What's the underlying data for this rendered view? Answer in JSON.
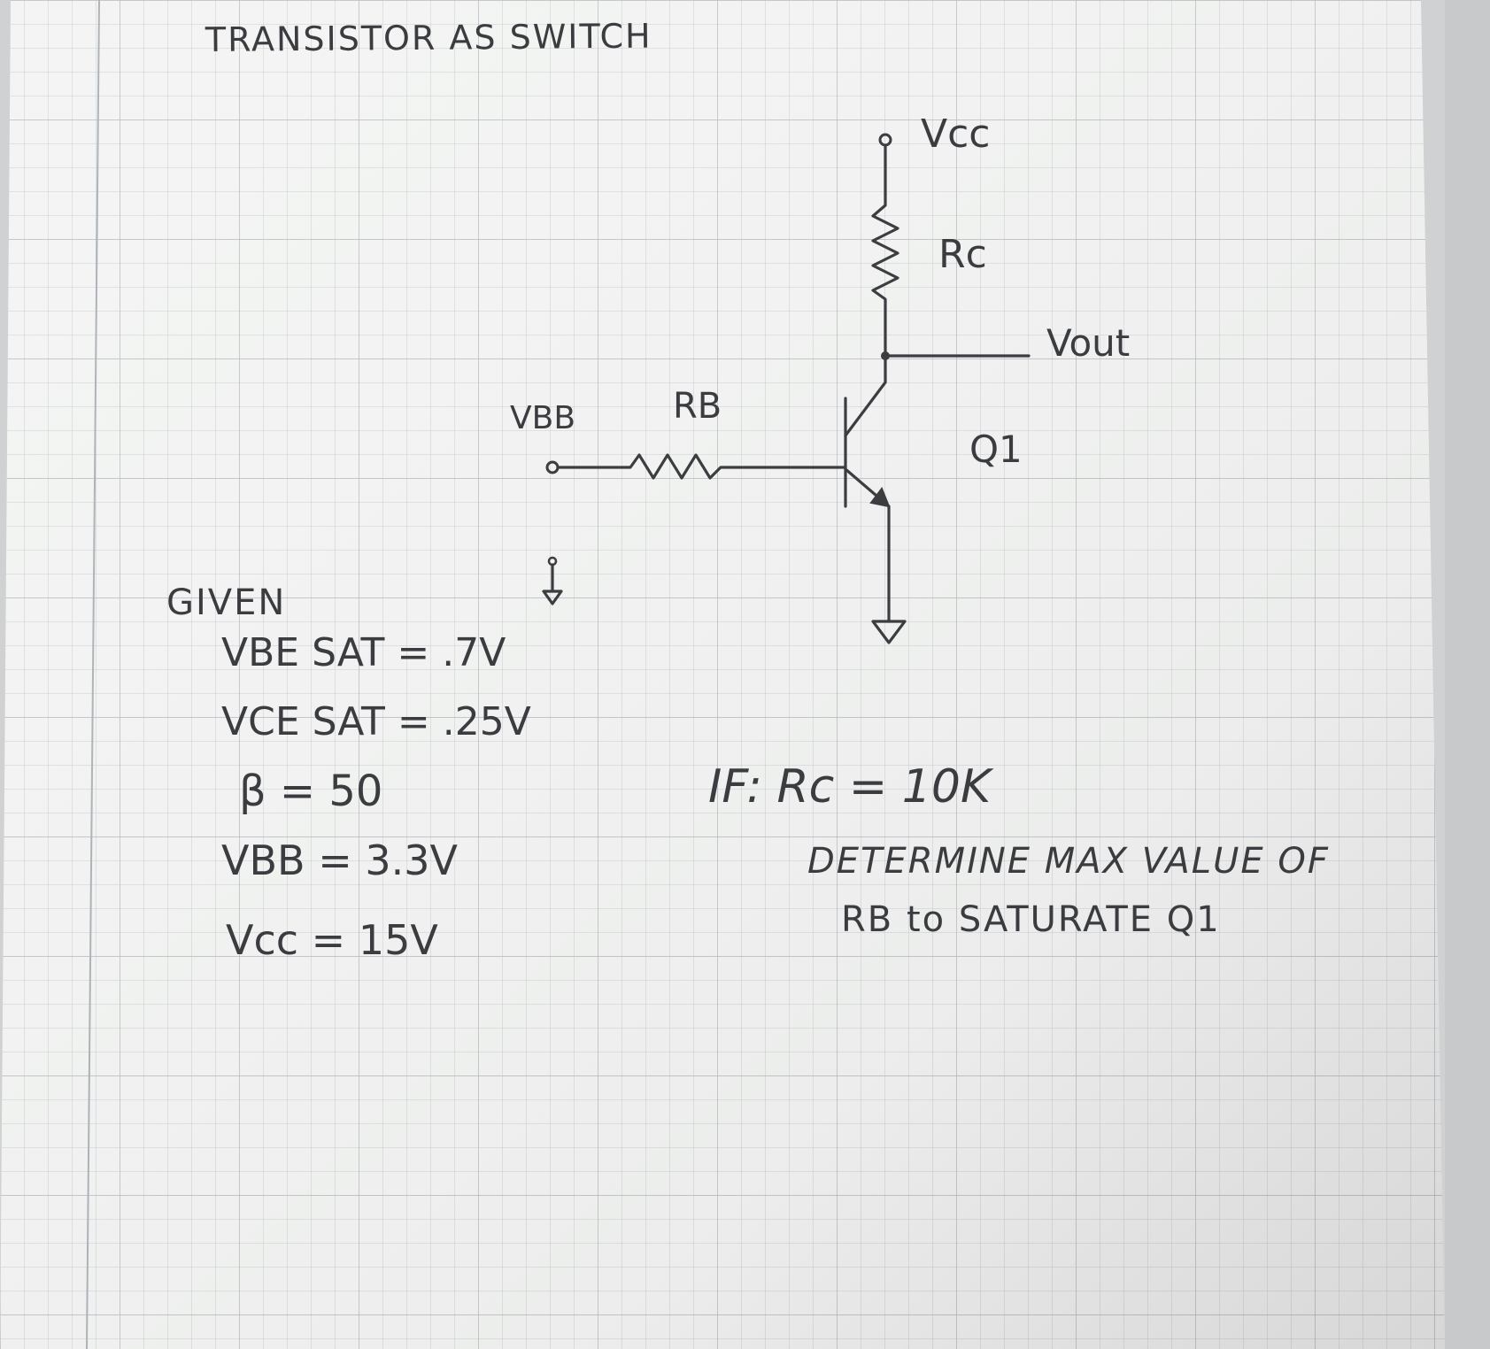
{
  "title": "TRANSISTOR AS SWITCH",
  "circuit": {
    "vcc_label": "Vcc",
    "rc_label": "Rc",
    "vout_label": "Vout",
    "vbb_label": "VBB",
    "rb_label": "RB",
    "q1_label": "Q1"
  },
  "given": {
    "heading": "GIVEN",
    "items": [
      "VBE SAT = .7V",
      "VCE SAT = .25V",
      "β = 50",
      "VBB = 3.3V",
      "Vcc = 15V"
    ]
  },
  "question": {
    "condition": "IF: Rc = 10K",
    "line1": "DETERMINE MAX VALUE OF",
    "line2": "RB to SATURATE Q1"
  },
  "colors": {
    "ink": "#3a3c40",
    "paper": "#f2f3f2",
    "grid": "#b9bfc4",
    "grid_major": "#a3aab0"
  }
}
